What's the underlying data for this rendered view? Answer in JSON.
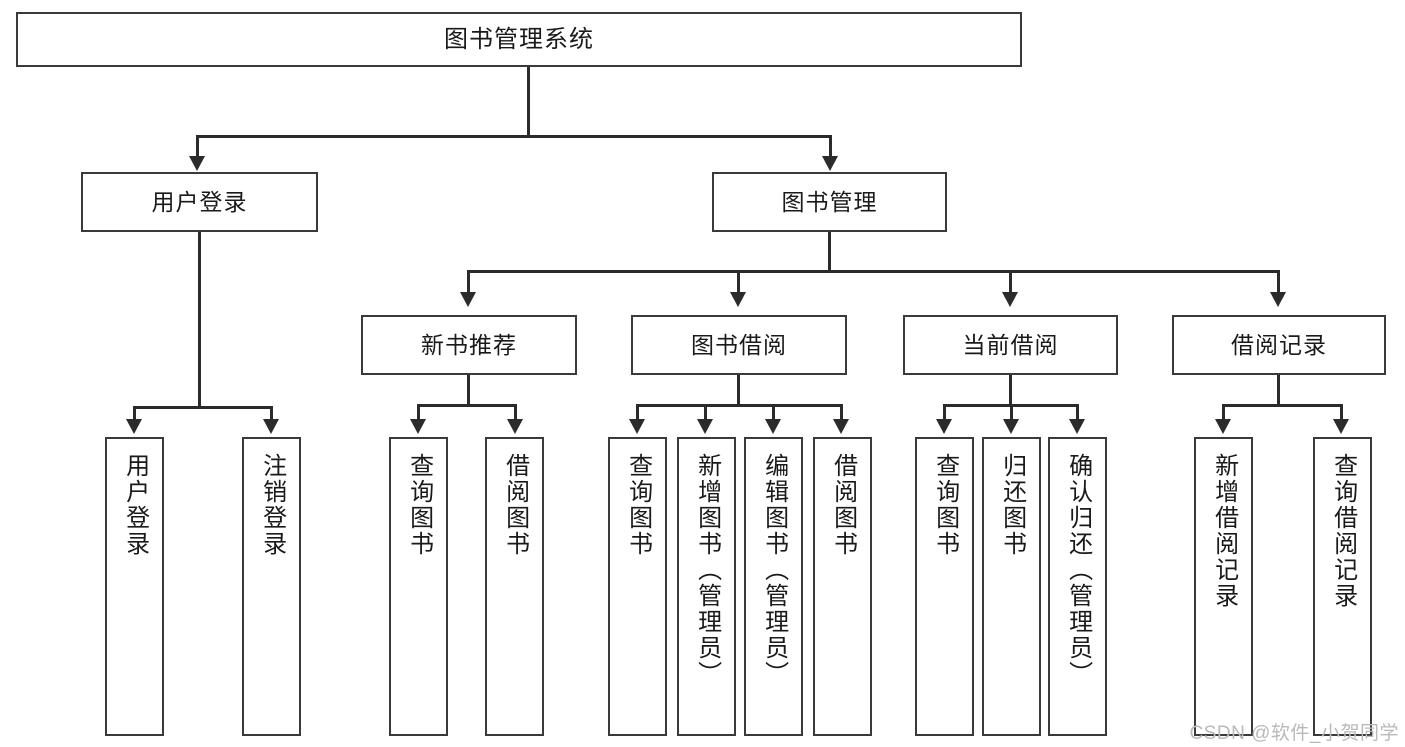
{
  "diagram": {
    "title": "图书管理系统",
    "type": "hierarchy-tree",
    "root": {
      "label": "图书管理系统"
    },
    "level1": [
      {
        "label": "用户登录"
      },
      {
        "label": "图书管理"
      }
    ],
    "level2": [
      {
        "label": "新书推荐"
      },
      {
        "label": "图书借阅"
      },
      {
        "label": "当前借阅"
      },
      {
        "label": "借阅记录"
      }
    ],
    "leaves": {
      "user_login": [
        {
          "label": "用户登录"
        },
        {
          "label": "注销登录"
        }
      ],
      "new_book_recommend": [
        {
          "label": "查询图书"
        },
        {
          "label": "借阅图书"
        }
      ],
      "book_borrow": [
        {
          "label": "查询图书"
        },
        {
          "label": "新增图书（管理员）"
        },
        {
          "label": "编辑图书（管理员）"
        },
        {
          "label": "借阅图书"
        }
      ],
      "current_borrow": [
        {
          "label": "查询图书"
        },
        {
          "label": "归还图书"
        },
        {
          "label": "确认归还（管理员）"
        }
      ],
      "borrow_record": [
        {
          "label": "新增借阅记录"
        },
        {
          "label": "查询借阅记录"
        }
      ]
    }
  },
  "watermark": {
    "text": "CSDN @软件_小贺同学"
  },
  "colors": {
    "box_border": "#3a3a3a",
    "connector": "#2b2b2b",
    "background": "#ffffff",
    "text": "#1a1a1a",
    "watermark": "#b9b9b9"
  }
}
